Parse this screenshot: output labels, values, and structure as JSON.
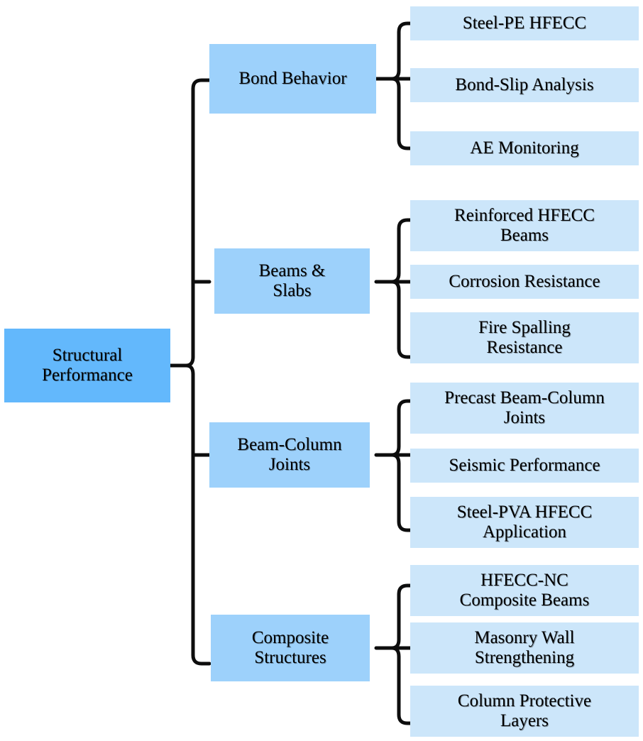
{
  "diagram": {
    "title": "Structural Performance",
    "type": "hierarchy-tree",
    "orientation": "left-to-right",
    "colors": {
      "root": "#63B8FC",
      "branch": "#9DD1FB",
      "leaf": "#CCE6FA",
      "connector": "#0D0D0D",
      "background": "#FFFFFF",
      "text": "#000000"
    },
    "root": {
      "label": "Structural\nPerformance"
    },
    "branches": [
      {
        "label": "Bond Behavior",
        "leaves": [
          {
            "label": "Steel-PE HFECC"
          },
          {
            "label": "Bond-Slip Analysis"
          },
          {
            "label": "AE Monitoring"
          }
        ]
      },
      {
        "label": "Beams &\nSlabs",
        "leaves": [
          {
            "label": "Reinforced HFECC\nBeams"
          },
          {
            "label": "Corrosion Resistance"
          },
          {
            "label": "Fire Spalling\nResistance"
          }
        ]
      },
      {
        "label": "Beam-Column\nJoints",
        "leaves": [
          {
            "label": "Precast Beam-Column\nJoints"
          },
          {
            "label": "Seismic Performance"
          },
          {
            "label": "Steel-PVA HFECC\nApplication"
          }
        ]
      },
      {
        "label": "Composite\nStructures",
        "leaves": [
          {
            "label": "HFECC-NC\nComposite Beams"
          },
          {
            "label": "Masonry Wall\nStrengthening"
          },
          {
            "label": "Column Protective\nLayers"
          }
        ]
      }
    ]
  }
}
